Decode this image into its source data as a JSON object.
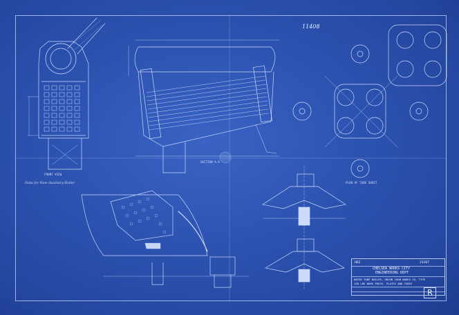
{
  "drawing_number": "11408",
  "title_block": {
    "company": "CHELSEA WORKS CITY",
    "department": "ENGINEERING DEPT",
    "description_line1": "WATER TUBE BOILER, UNION IRON WORKS CO. TYPE",
    "description_line2": "150 LBS WORK PRESS. PLATES AND TUBES",
    "sheet_label": "HEE",
    "drawing_no": "23207"
  },
  "calc_heading": "Data for New Auxiliary Boiler",
  "view_labels": {
    "front_view": "FRONT VIEW",
    "section": "SECTION A-A",
    "plan": "PLAN OF TUBE SHEET"
  },
  "stamp_letter": "R"
}
